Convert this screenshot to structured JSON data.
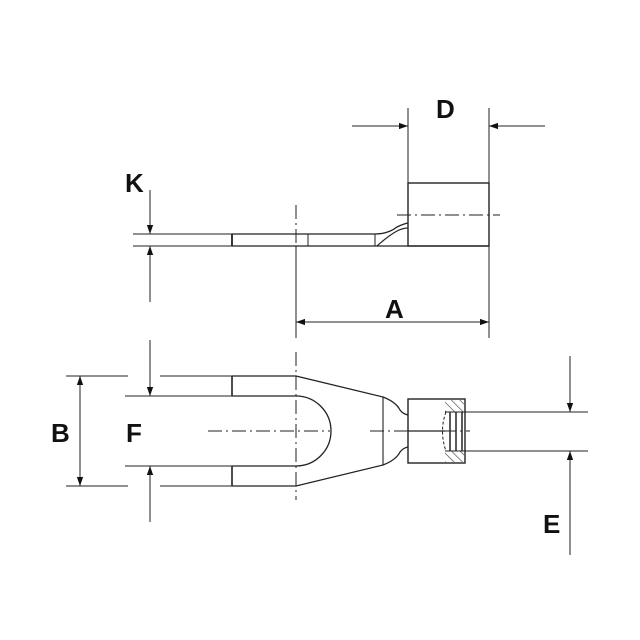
{
  "drawing": {
    "subject": "spade / fork terminal with crimp barrel",
    "views": [
      "side-view",
      "top-view"
    ],
    "line_color": "#222222",
    "background": "#ffffff"
  },
  "dimensions": {
    "A": "A",
    "B": "B",
    "D": "D",
    "E": "E",
    "F": "F",
    "K": "K"
  }
}
